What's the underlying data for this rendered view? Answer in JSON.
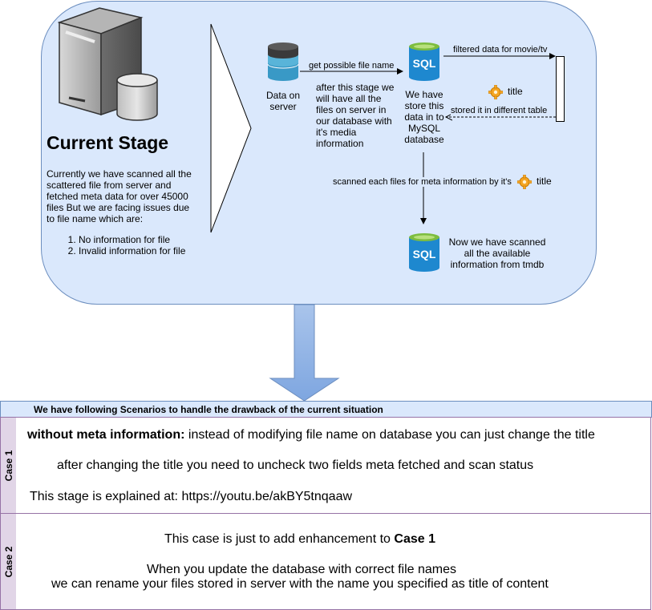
{
  "current_stage": {
    "title": "Current Stage",
    "description": "Currently we have scanned all the scattered file from server and fetched meta data for over 45000 files But we are facing issues due to file name which are:",
    "issues": [
      "No information for file",
      "Invalid information for file"
    ]
  },
  "flow": {
    "data_on_server": "Data on server",
    "edge_get_file_name": "get possible file name",
    "after_stage_note": "after this stage we will have all the files on server in our database with it's media information",
    "mysql_store": "We have store this data in to MySQL database",
    "sql_icon_text": "SQL",
    "edge_filtered": "filtered data for movie/tv",
    "title_label_1": "title",
    "edge_stored_table": "stored it in different table",
    "edge_scanned_meta": "scanned each files for meta information by it's",
    "title_label_2": "title",
    "tmdb_note": "Now we have scanned all the available information from tmdb"
  },
  "scenarios": {
    "header": "We have following Scenarios to handle the drawback of the current situation",
    "case1": {
      "tab": "Case 1",
      "bold_lead": "without meta information:",
      "line1_rest": " instead of modifying file name on database you can just change the title",
      "line2": "after changing the title you need to uncheck two fields meta fetched and scan status",
      "line3": "This stage is explained at: https://youtu.be/akBY5tnqaaw"
    },
    "case2": {
      "tab": "Case 2",
      "line1_pre": "This case is just to add enhancement to ",
      "line1_bold": "Case 1",
      "line2": "When you update the database with correct file names",
      "line3": "we can rename your files stored in server with the name you specified as title of content"
    }
  },
  "colors": {
    "stage_fill": "#dae8fc",
    "stage_stroke": "#6c8ebf",
    "case_tab_fill": "#e1d5e7",
    "case_stroke": "#9673a6",
    "sql_blue": "#1e88cf",
    "sql_green": "#7dbd3f"
  }
}
